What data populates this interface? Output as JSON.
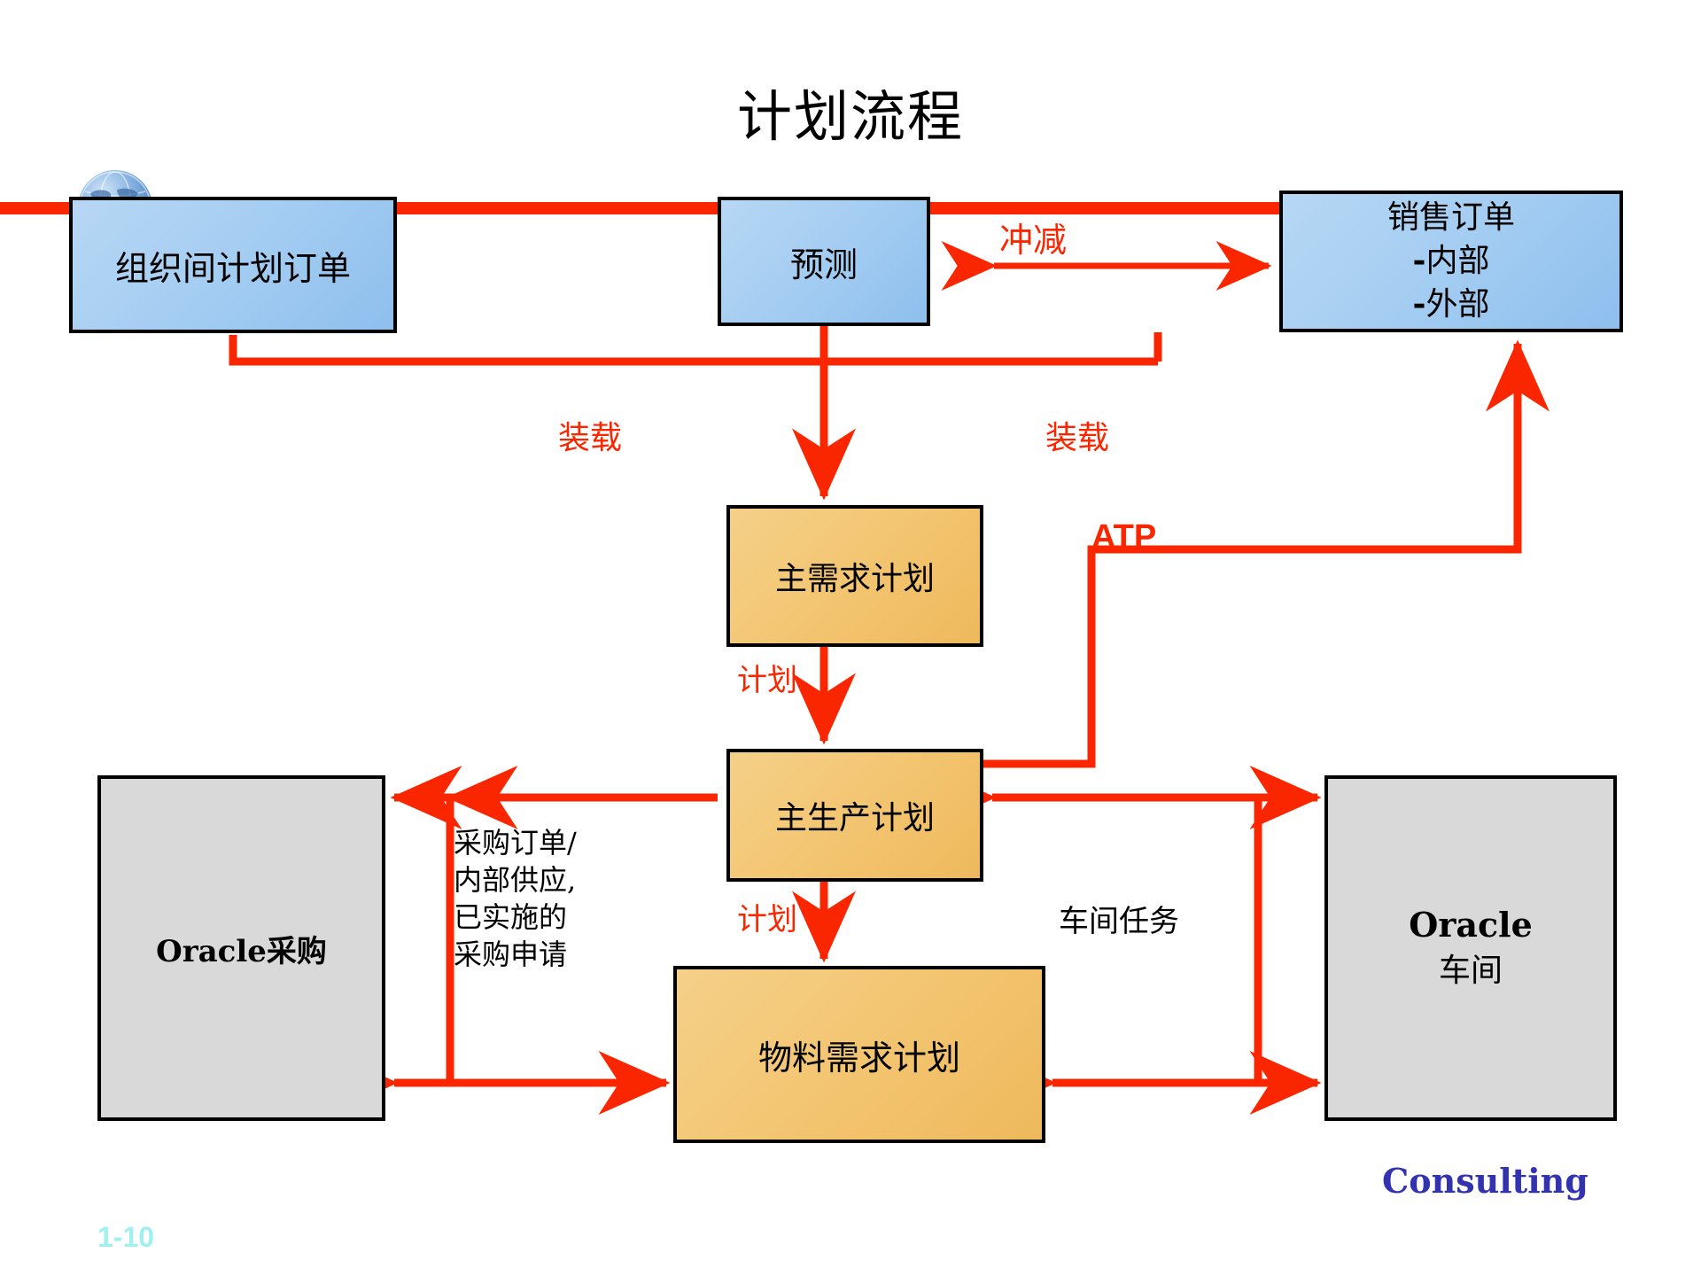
{
  "slide": {
    "title": "计划流程",
    "page_number": "1-10",
    "footer_brand": "Consulting",
    "brand_color": "#3333b0",
    "accent_color": "#fa2600",
    "page_number_color": "#9ff0ef"
  },
  "boxes": {
    "inter_org_planned_orders": {
      "label": "组织间计划订单",
      "fill": "#a6cef2"
    },
    "forecast": {
      "label": "预测",
      "fill": "#a6cef2"
    },
    "sales_order": {
      "line1": "销售订单",
      "line2_dash": "-",
      "line2": "内部",
      "line3_dash": "-",
      "line3": "外部",
      "fill": "#a6cef2"
    },
    "master_demand_plan": {
      "label": "主需求计划",
      "fill": "#f3c46f"
    },
    "master_production_schedule": {
      "label": "主生产计划",
      "fill": "#f3c46f"
    },
    "material_requirements_plan": {
      "label": "物料需求计划",
      "fill": "#f3c46f"
    },
    "oracle_purchasing": {
      "label": "Oracle采购",
      "fill": "#d9d9d9"
    },
    "oracle_shop_floor": {
      "line1": "Oracle",
      "line2": "车间",
      "fill": "#d9d9d9"
    }
  },
  "labels": {
    "consume": "冲减",
    "load_left": "装载",
    "load_right": "装载",
    "atp": "ATP",
    "plan_from_mdp": "计划",
    "plan_from_mps": "计划",
    "purchase_orders_block": "采购订单/\n内部供应,\n已实施的\n采购申请",
    "shop_floor_jobs": "车间任务"
  },
  "icons": {
    "globe": "globe-icon"
  }
}
